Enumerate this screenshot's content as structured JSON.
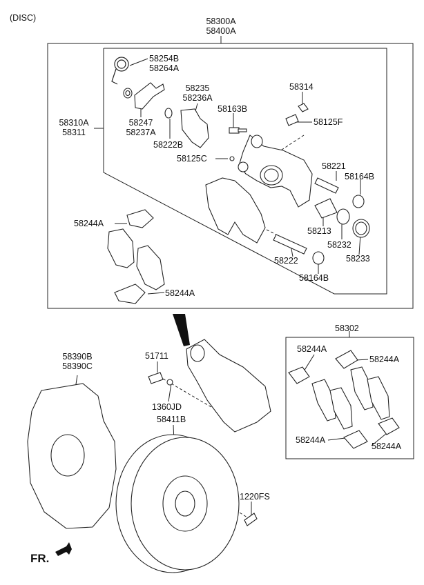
{
  "header": {
    "disc_label": "(DISC)"
  },
  "orientation": {
    "front_label": "FR."
  },
  "assemblies": {
    "caliper_assy": [
      "58300A",
      "58400A"
    ],
    "caliper_housing": [
      "58310A",
      "58311"
    ],
    "pad_kit": "58302"
  },
  "parts": {
    "p58254b": [
      "58254B",
      "58264A"
    ],
    "p58235": [
      "58235",
      "58236A"
    ],
    "p58314": "58314",
    "p58163b": "58163B",
    "p58125f": "58125F",
    "p58247": [
      "58247",
      "58237A"
    ],
    "p58222b": "58222B",
    "p58125c": "58125C",
    "p58221": "58221",
    "p58164b_top": "58164B",
    "p58244a_upper": "58244A",
    "p58213": "58213",
    "p58232": "58232",
    "p58222": "58222",
    "p58233": "58233",
    "p58164b_bottom": "58164B",
    "p58244a_lower": "58244A",
    "p58390": [
      "58390B",
      "58390C"
    ],
    "p51711": "51711",
    "p1360jd": "1360JD",
    "p58411b": "58411B",
    "p1220fs": "1220FS",
    "kit_58244a_tl": "58244A",
    "kit_58244a_tr": "58244A",
    "kit_58244a_bl": "58244A",
    "kit_58244a_br": "58244A"
  }
}
